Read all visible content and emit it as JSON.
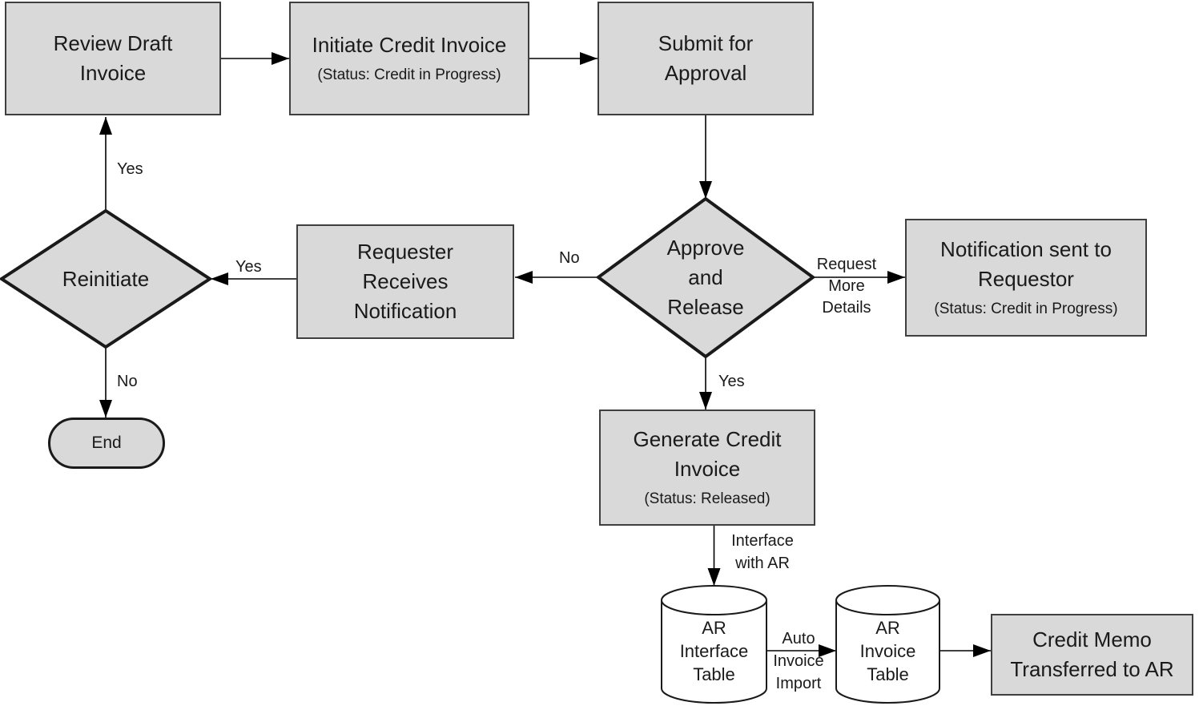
{
  "colors": {
    "node_fill": "#d9d9d9",
    "node_border": "#3f3f3f",
    "diamond_border": "#1a1a1a",
    "cylinder_fill": "#ffffff",
    "arrow": "#000000",
    "text": "#1a1a1a"
  },
  "nodes": {
    "review": {
      "label": "Review Draft\nInvoice"
    },
    "initiate": {
      "title": "Initiate Credit Invoice",
      "status": "(Status: Credit in Progress)"
    },
    "submit": {
      "label": "Submit for\nApproval"
    },
    "approve": {
      "label": "Approve\nand\nRelease"
    },
    "notification": {
      "title": "Notification sent to\nRequestor",
      "status": "(Status: Credit in Progress)"
    },
    "requester": {
      "label": "Requester\nReceives\nNotification"
    },
    "reinitiate": {
      "label": "Reinitiate"
    },
    "end": {
      "label": "End"
    },
    "generate": {
      "title": "Generate Credit\nInvoice",
      "status": "(Status: Released)"
    },
    "ar_interface": {
      "label": "AR\nInterface\nTable"
    },
    "ar_invoice": {
      "label": "AR\nInvoice\nTable"
    },
    "credit_memo": {
      "label": "Credit Memo\nTransferred to AR"
    }
  },
  "edge_labels": {
    "reinitiate_to_review": "Yes",
    "requester_to_reinitiate": "Yes",
    "approve_to_requester": "No",
    "approve_to_notification": "Request\nMore\nDetails",
    "approve_to_generate": "Yes",
    "reinitiate_to_end": "No",
    "generate_to_ar": "Interface\nwith AR",
    "ar_interface_to_ar_invoice": "Auto\nInvoice\nImport"
  }
}
